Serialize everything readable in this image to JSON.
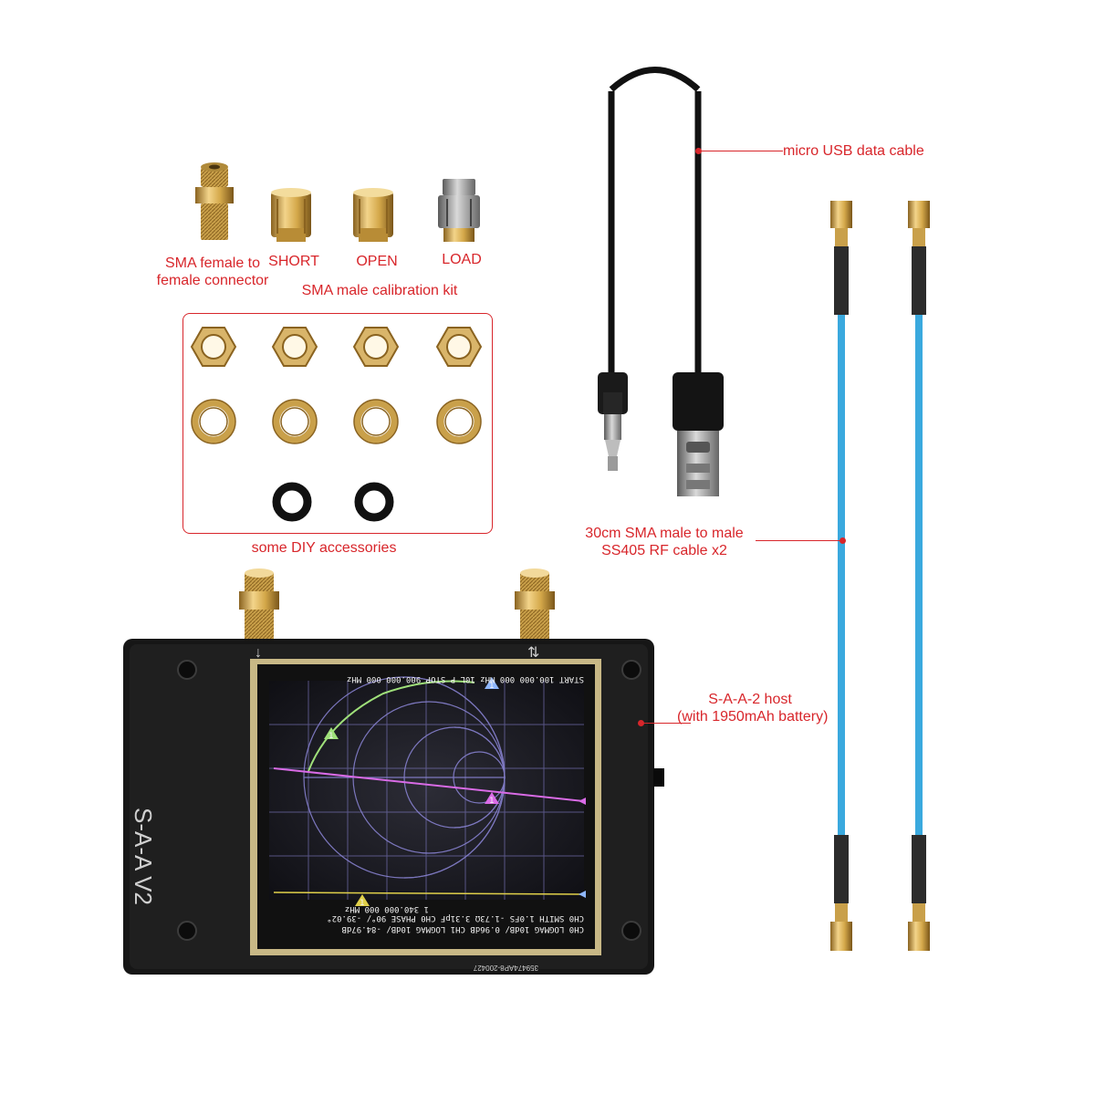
{
  "labels": {
    "usb_cable": "micro USB data cable",
    "sma_female": [
      "SMA female to",
      "female connector"
    ],
    "short": "SHORT",
    "open": "OPEN",
    "load": "LOAD",
    "cal_kit": "SMA male calibration kit",
    "diy": "some DIY accessories",
    "rf_cable": [
      "30cm SMA male to male",
      "SS405 RF cable x2"
    ],
    "host": [
      "S-A-A-2 host",
      "(with 1950mAh battery)"
    ]
  },
  "device": {
    "brand": "S-A-A V2",
    "serial": "359474AP8-200427",
    "port_markers": [
      "↓",
      "⇅"
    ],
    "screen": {
      "top_line": "START 100.000 000 MHz      10L P      STOP 900.000 000 MHz",
      "bottom_lines": [
        "CH0 LOGMAG 10dB/  0.96dB    CH1 LOGMAG 10dB/  -84.97dB",
        "CH0 SMITH 1.0FS  -1.73Ω 3.31pF  CH0 PHASE 90°/  -39.02°",
        "1 340.000 000 MHz"
      ],
      "markers": [
        "1",
        "1",
        "1",
        "1"
      ]
    }
  },
  "colors": {
    "label": "#d8262b",
    "cable_blue": "#3aa9de",
    "gold": "#d4a84a",
    "smith_grid": "#8c86d8",
    "trace_magenta": "#d96be6",
    "trace_green": "#9fe07a"
  }
}
